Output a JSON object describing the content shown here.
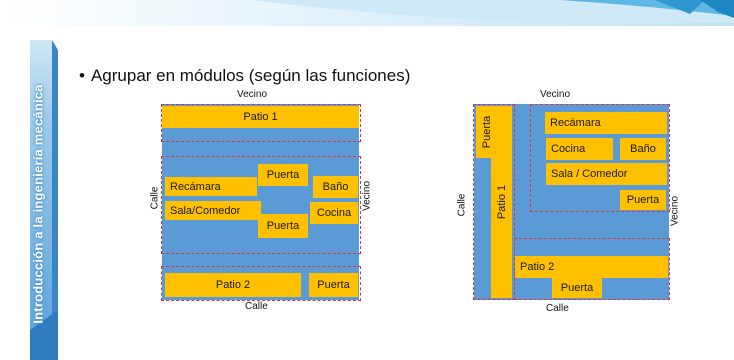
{
  "slide": {
    "side_title": "Introducción a la ingeniería mecánica",
    "bullet": "Agrupar en módulos (según las funciones)"
  },
  "plan1": {
    "top_label": "Vecino",
    "bottom_label": "Calle",
    "left_label": "Calle",
    "right_label": "Vecino",
    "patio_top": "Patio 1",
    "recamara": "Recámara",
    "puerta_upper": "Puerta",
    "bano": "Baño",
    "sala": "Sala/Comedor",
    "cocina": "Cocina",
    "puerta_middle": "Puerta",
    "patio_bottom": "Patio 2",
    "puerta_bottom": "Puerta"
  },
  "plan2": {
    "top_label": "Vecino",
    "bottom_label": "Calle",
    "left_label": "Calle",
    "right_label": "Vecino",
    "puerta_vertical": "Puerta",
    "patio_vertical": "Patio 1",
    "recamara": "Recámara",
    "cocina": "Cocina",
    "bano": "Baño",
    "sala": "Sala / Comedor",
    "puerta_right": "Puerta",
    "patio_bottom": "Patio 2",
    "puerta_bottom": "Puerta"
  },
  "colors": {
    "plan_fill": "#5b9bd5",
    "room_fill": "#ffc000",
    "dash_border": "#e0343b",
    "accent_blue": "#4a8fc9"
  }
}
